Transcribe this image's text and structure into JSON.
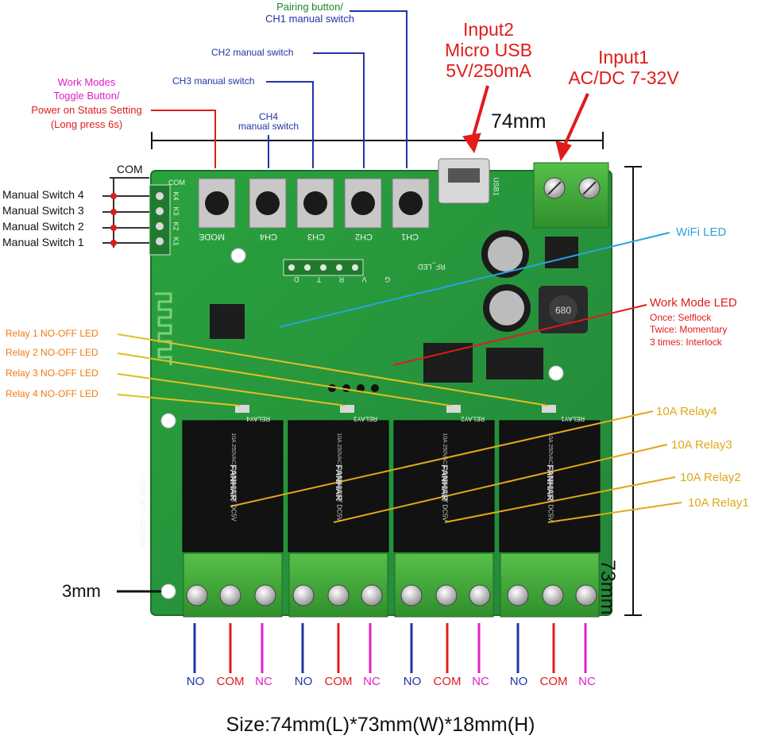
{
  "labels": {
    "pairing_line1": "Pairing button/",
    "pairing_line2": "CH1 manual switch",
    "ch2": "CH2 manual switch",
    "ch3": "CH3 manual switch",
    "ch4_line1": "CH4",
    "ch4_line2": "manual switch",
    "mode_line1": "Work Modes",
    "mode_line2": "Toggle Button/",
    "mode_line3": "Power on Status Setting",
    "mode_line4": "(Long press 6s)",
    "input2_line1": "Input2",
    "input2_line2": "Micro USB",
    "input2_line3": "5V/250mA",
    "input1_line1": "Input1",
    "input1_line2": "AC/DC 7-32V",
    "width_dim": "74mm",
    "height_dim": "73mm",
    "hole_dim": "3mm",
    "com": "COM",
    "ms4": "Manual Switch 4",
    "ms3": "Manual Switch 3",
    "ms2": "Manual Switch 2",
    "ms1": "Manual Switch 1",
    "wifi_led": "WiFi LED",
    "wm_led": "Work Mode LED",
    "wm_once": "Once: Selflock",
    "wm_twice": "Twice: Momentary",
    "wm_three": "3 times: Interlock",
    "r1_led": "Relay 1 NO-OFF LED",
    "r2_led": "Relay 2 NO-OFF LED",
    "r3_led": "Relay 3 NO-OFF LED",
    "r4_led": "Relay 4 NO-OFF LED",
    "relay4": "10A Relay4",
    "relay3": "10A Relay3",
    "relay2": "10A Relay2",
    "relay1": "10A Relay1",
    "size": "Size:74mm(L)*73mm(W)*18mm(H)"
  },
  "terminals": [
    "NO",
    "COM",
    "NC",
    "NO",
    "COM",
    "NC",
    "NO",
    "COM",
    "NC",
    "NO",
    "COM",
    "NC"
  ],
  "board": {
    "buttons": [
      "MODE",
      "CH4",
      "CH3",
      "CH2",
      "CH1"
    ],
    "side_pins": [
      "COM",
      "K4",
      "K3",
      "K2",
      "K1"
    ],
    "header_pins": "G V R T D",
    "rf_led": "RF_LED",
    "usb": "USB1",
    "inductor": "680",
    "pcb_id": "2880S2C-Y138-200110",
    "relay_brand": "FANHAR",
    "relay_model": "WI4-1CST DC5V",
    "relay_specs": "10A 250VAC  15A 125VAC",
    "relay_silk": [
      "RELAY4",
      "RELAY3",
      "RELAY2",
      "RELAY1"
    ]
  },
  "colors": {
    "pcb": "#2e9a3c",
    "terminal_green": "#3fae3a",
    "relay_black": "#111111",
    "blue": "#1f35a8",
    "red": "#e11b1b",
    "magenta": "#e020c8",
    "gold": "#e0a81a",
    "orange": "#f07a10",
    "sky": "#2aa3e0"
  }
}
